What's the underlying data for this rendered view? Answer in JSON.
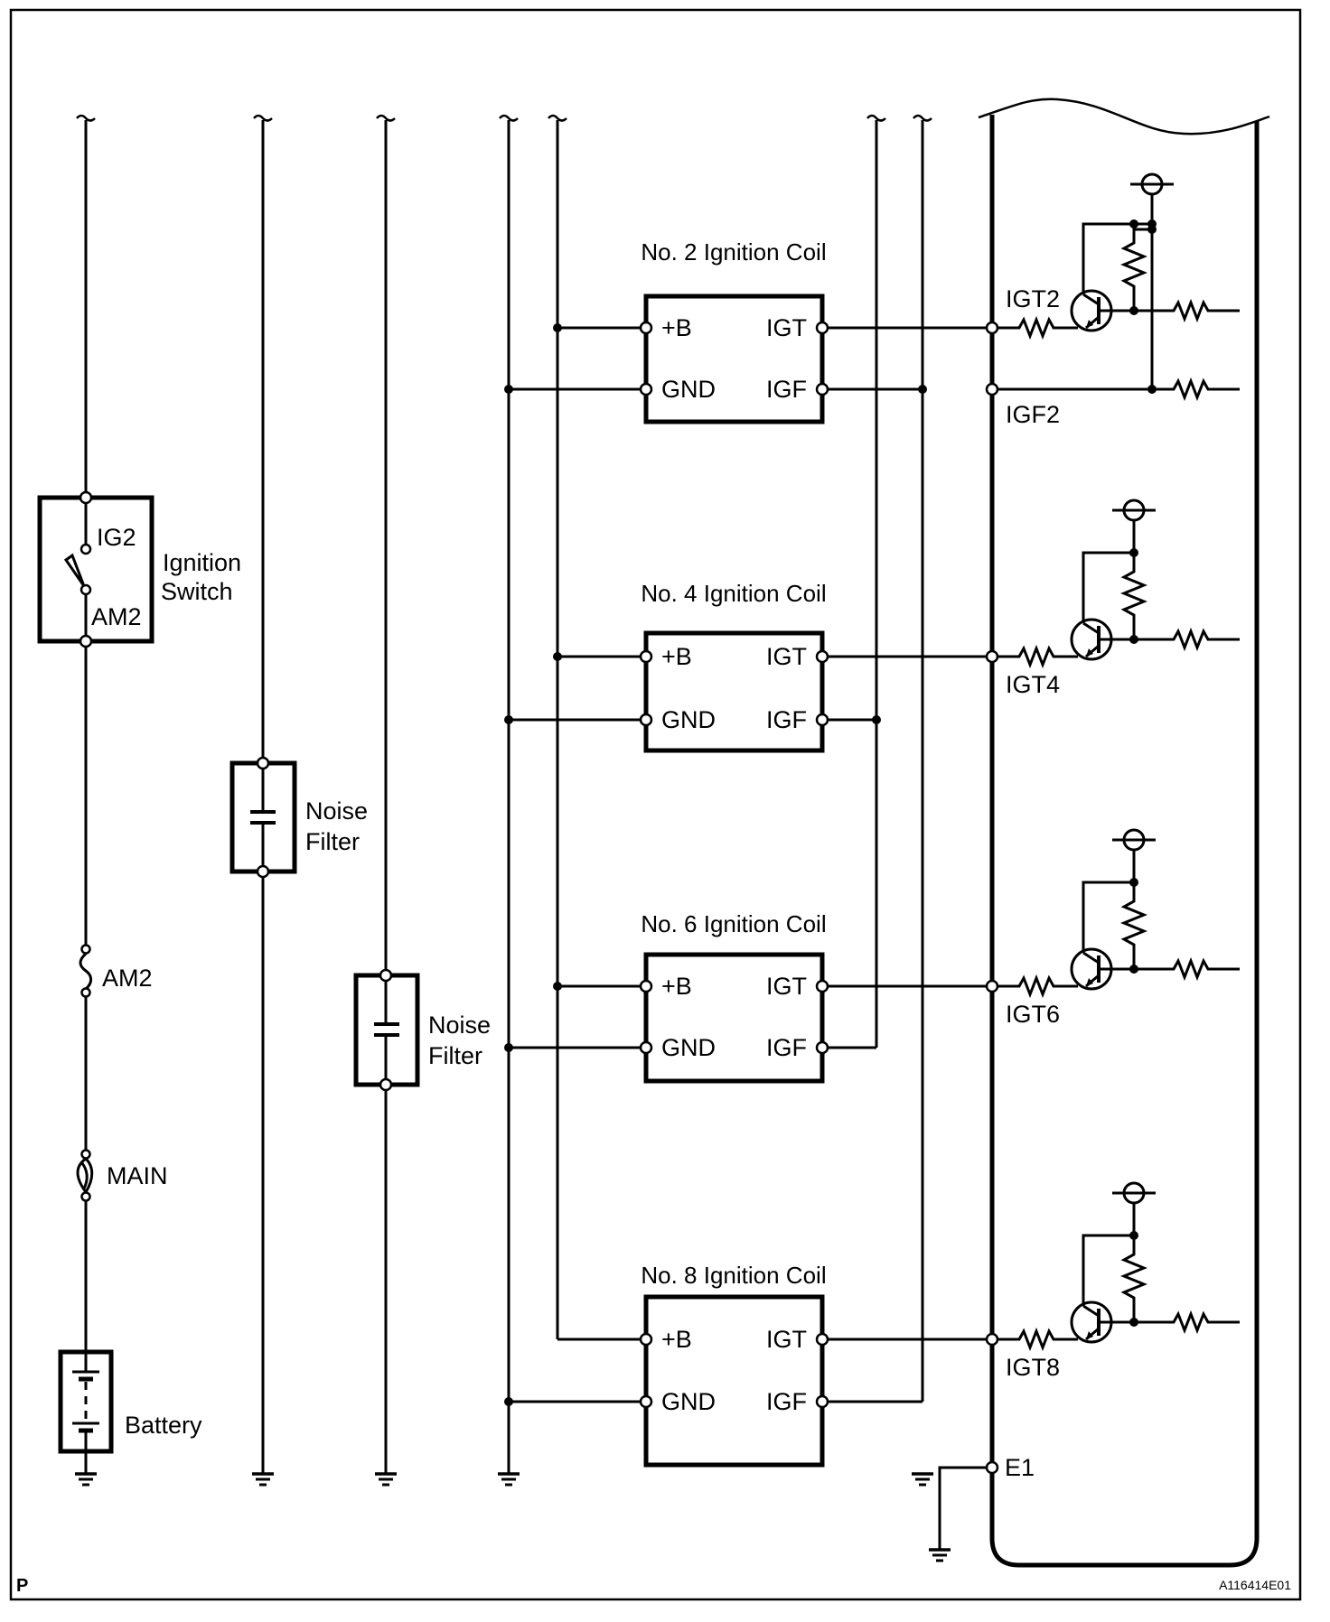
{
  "diagram": {
    "type": "wiring-diagram",
    "corner_mark": "P",
    "figure_code": "A116414E01",
    "ignition_switch": {
      "label_line1": "Ignition",
      "label_line2": "Switch",
      "terminal_top": "IG2",
      "terminal_bottom": "AM2"
    },
    "fuses": [
      {
        "name": "AM2",
        "type": "fuse"
      },
      {
        "name": "MAIN",
        "type": "fusible-link"
      }
    ],
    "battery": {
      "label": "Battery"
    },
    "noise_filters": [
      {
        "label_line1": "Noise",
        "label_line2": "Filter"
      },
      {
        "label_line1": "Noise",
        "label_line2": "Filter"
      }
    ],
    "ignition_coils": [
      {
        "title": "No. 2 Ignition Coil",
        "pin_b": "+B",
        "pin_gnd": "GND",
        "pin_igt": "IGT",
        "pin_igf": "IGF",
        "ecm_igt": "IGT2",
        "ecm_igf": "IGF2"
      },
      {
        "title": "No. 4 Ignition Coil",
        "pin_b": "+B",
        "pin_gnd": "GND",
        "pin_igt": "IGT",
        "pin_igf": "IGF",
        "ecm_igt": "IGT4"
      },
      {
        "title": "No. 6 Ignition Coil",
        "pin_b": "+B",
        "pin_gnd": "GND",
        "pin_igt": "IGT",
        "pin_igf": "IGF",
        "ecm_igt": "IGT6"
      },
      {
        "title": "No. 8 Ignition Coil",
        "pin_b": "+B",
        "pin_gnd": "GND",
        "pin_igt": "IGT",
        "pin_igf": "IGF",
        "ecm_igt": "IGT8"
      }
    ],
    "ecm": {
      "ground_terminal": "E1"
    }
  }
}
